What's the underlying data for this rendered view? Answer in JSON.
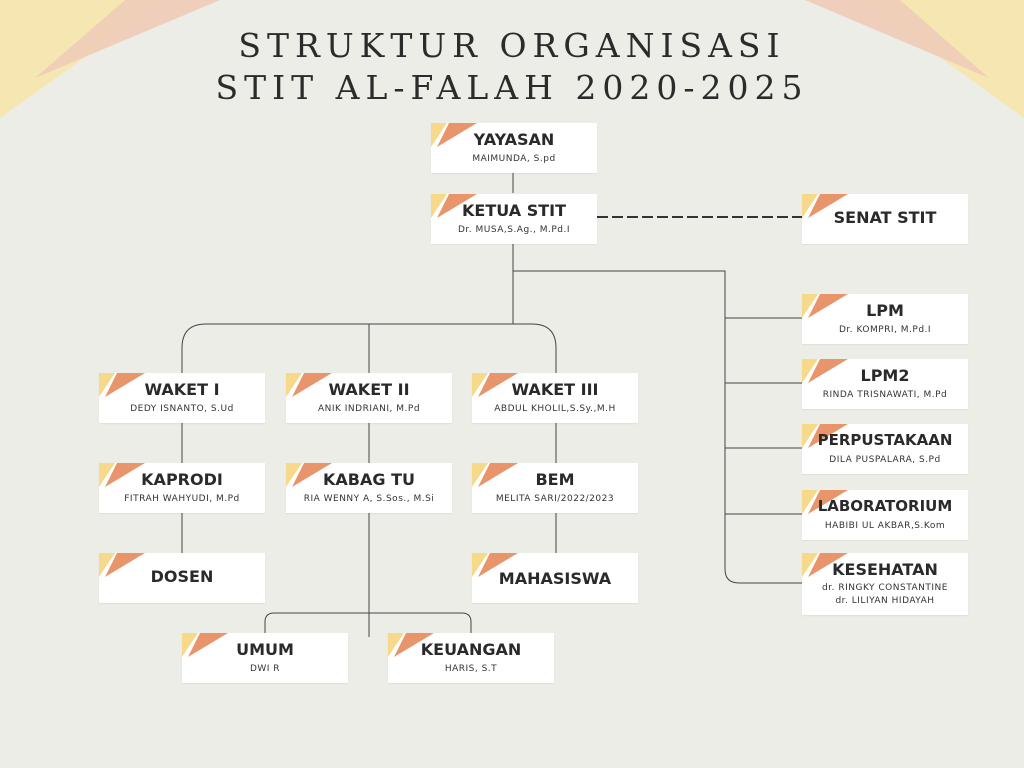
{
  "title": {
    "line1": "STRUKTUR ORGANISASI",
    "line2": "STIT AL-FALAH 2020-2025"
  },
  "colors": {
    "background": "#ecede6",
    "box": "#ffffff",
    "corner_orange": "#e9956b",
    "corner_yellow": "#f6d98a",
    "deco_pink": "#efcdb8",
    "deco_yellow": "#f6e7b2",
    "line": "#444444"
  },
  "nodes": {
    "yayasan": {
      "title": "YAYASAN",
      "name": "MAIMUNDA, S.pd"
    },
    "ketua": {
      "title": "KETUA STIT",
      "name": "Dr. MUSA,S.Ag., M.Pd.I"
    },
    "senat": {
      "title": "SENAT STIT"
    },
    "waket1": {
      "title": "WAKET I",
      "name": "DEDY ISNANTO, S.Ud"
    },
    "waket2": {
      "title": "WAKET II",
      "name": "ANIK INDRIANI, M.Pd"
    },
    "waket3": {
      "title": "WAKET III",
      "name": "ABDUL KHOLIL,S.Sy.,M.H"
    },
    "kaprodi": {
      "title": "KAPRODI",
      "name": "FITRAH WAHYUDI, M.Pd"
    },
    "kabag": {
      "title": "KABAG TU",
      "name": "RIA WENNY A, S.Sos., M.Si"
    },
    "bem": {
      "title": "BEM",
      "name": "MELITA SARI/2022/2023"
    },
    "dosen": {
      "title": "DOSEN"
    },
    "mahasiswa": {
      "title": "MAHASISWA"
    },
    "umum": {
      "title": "UMUM",
      "name": "DWI R"
    },
    "keuangan": {
      "title": "KEUANGAN",
      "name": "HARIS, S.T"
    },
    "lpm": {
      "title": "LPM",
      "name": "Dr. KOMPRI, M.Pd.I"
    },
    "lpm2": {
      "title": "LPM2",
      "name": "RINDA TRISNAWATI, M.Pd"
    },
    "perpustakaan": {
      "title": "PERPUSTAKAAN",
      "name": "DILA PUSPALARA, S.Pd"
    },
    "laboratorium": {
      "title": "LABORATORIUM",
      "name": "HABIBI UL AKBAR,S.Kom"
    },
    "kesehatan": {
      "title": "KESEHATAN",
      "name1": "dr. RINGKY CONSTANTINE",
      "name2": "dr. LILIYAN HIDAYAH"
    }
  }
}
